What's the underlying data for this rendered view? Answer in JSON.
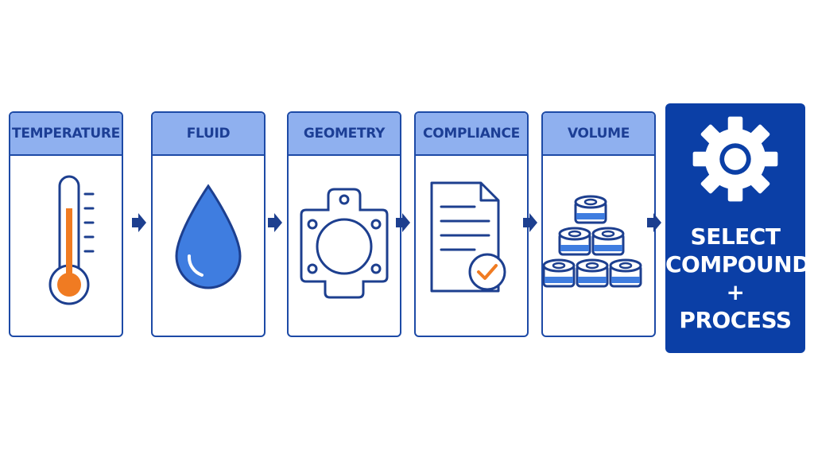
{
  "steps": [
    {
      "label": "TEMPERATURE",
      "icon": "thermometer-icon"
    },
    {
      "label": "FLUID",
      "icon": "water-drop-icon"
    },
    {
      "label": "GEOMETRY",
      "icon": "gasket-icon"
    },
    {
      "label": "COMPLIANCE",
      "icon": "document-check-icon"
    },
    {
      "label": "VOLUME",
      "icon": "stacked-seals-icon"
    }
  ],
  "final": {
    "icon": "gear-icon",
    "lines": [
      "SELECT",
      "COMPOUND",
      "+",
      "PROCESS"
    ]
  },
  "colors": {
    "primary": "#1d4aa6",
    "header_fill": "#8fb0ef",
    "label_text": "#1c3e95",
    "final_fill": "#0b3fa6",
    "accent_orange": "#f07b22",
    "drop_blue": "#3f7de0"
  }
}
